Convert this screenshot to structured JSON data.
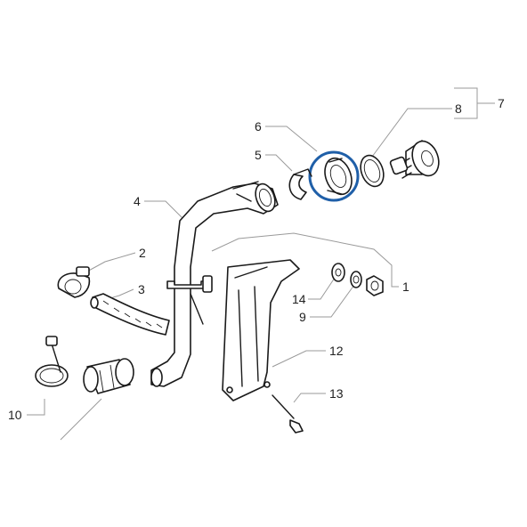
{
  "callouts": [
    {
      "id": "1",
      "text": "1"
    },
    {
      "id": "2",
      "text": "2"
    },
    {
      "id": "3",
      "text": "3"
    },
    {
      "id": "4",
      "text": "4"
    },
    {
      "id": "5",
      "text": "5"
    },
    {
      "id": "6",
      "text": "6"
    },
    {
      "id": "7",
      "text": "7"
    },
    {
      "id": "8",
      "text": "8"
    },
    {
      "id": "9",
      "text": "9"
    },
    {
      "id": "10",
      "text": "10"
    },
    {
      "id": "12",
      "text": "12"
    },
    {
      "id": "13",
      "text": "13"
    },
    {
      "id": "14",
      "text": "14"
    }
  ],
  "colors": {
    "highlight": "#1f5fa8",
    "line": "#1a1a1a",
    "leader": "#9a9a9a"
  },
  "highlighted_part": "6"
}
